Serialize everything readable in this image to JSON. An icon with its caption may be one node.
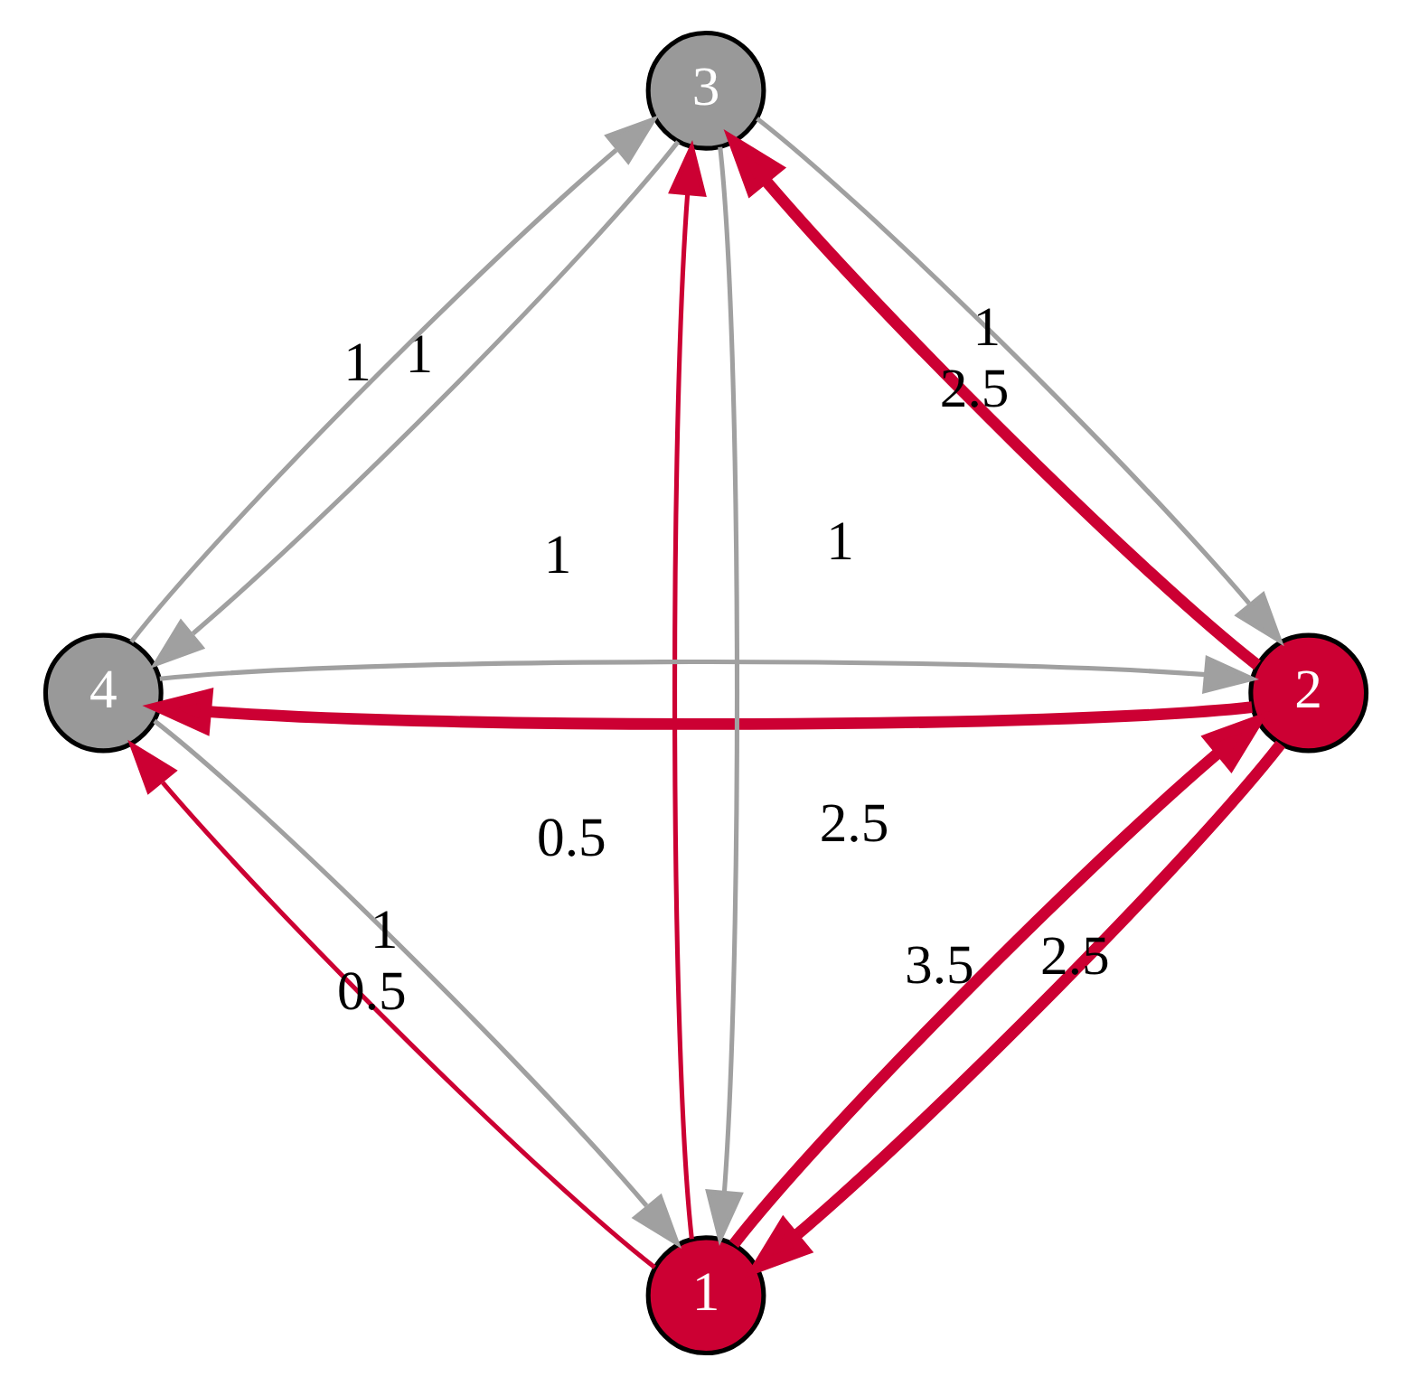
{
  "diagram": {
    "nodes": [
      {
        "text": [
          "1"
        ]
      },
      {
        "text": [
          "2"
        ]
      },
      {
        "text": [
          "3"
        ]
      },
      {
        "text": [
          "4"
        ]
      }
    ],
    "edges": [
      {
        "from": 0,
        "to": 1,
        "arrow": "to",
        "label": "3.5",
        "style": "thick",
        "color": "#cc0033"
      },
      {
        "from": 1,
        "to": 0,
        "arrow": "to",
        "label": "2.5",
        "style": "thick",
        "color": "#cc0033"
      },
      {
        "from": 0,
        "to": 2,
        "arrow": "to",
        "label": "0.5",
        "color": "#cc0033"
      },
      {
        "from": 0,
        "to": 3,
        "arrow": "to",
        "label": "0.5",
        "color": "#cc0033"
      },
      {
        "from": 1,
        "to": 2,
        "arrow": "to",
        "label": "2.5",
        "style": "thick",
        "color": "#cc0033"
      },
      {
        "from": 1,
        "to": 3,
        "arrow": "to",
        "label": "2.5",
        "style": "thick",
        "color": "#cc0033"
      },
      {
        "from": 3,
        "to": 0,
        "arrow": "to",
        "label": "1",
        "color": "#a0a0a0"
      },
      {
        "from": 2,
        "to": 0,
        "arrow": "to",
        "label": "1",
        "color": "#a0a0a0"
      },
      {
        "from": 3,
        "to": 1,
        "arrow": "to",
        "label": "1",
        "color": "#a0a0a0"
      },
      {
        "from": 2,
        "to": 1,
        "arrow": "to",
        "label": "1",
        "color": "#a0a0a0"
      },
      {
        "from": 3,
        "to": 2,
        "arrow": "to",
        "label": "1",
        "color": "#a0a0a0"
      },
      {
        "from": 2,
        "to": 3,
        "arrow": "to",
        "label": "1",
        "color": "#a0a0a0"
      }
    ]
  }
}
